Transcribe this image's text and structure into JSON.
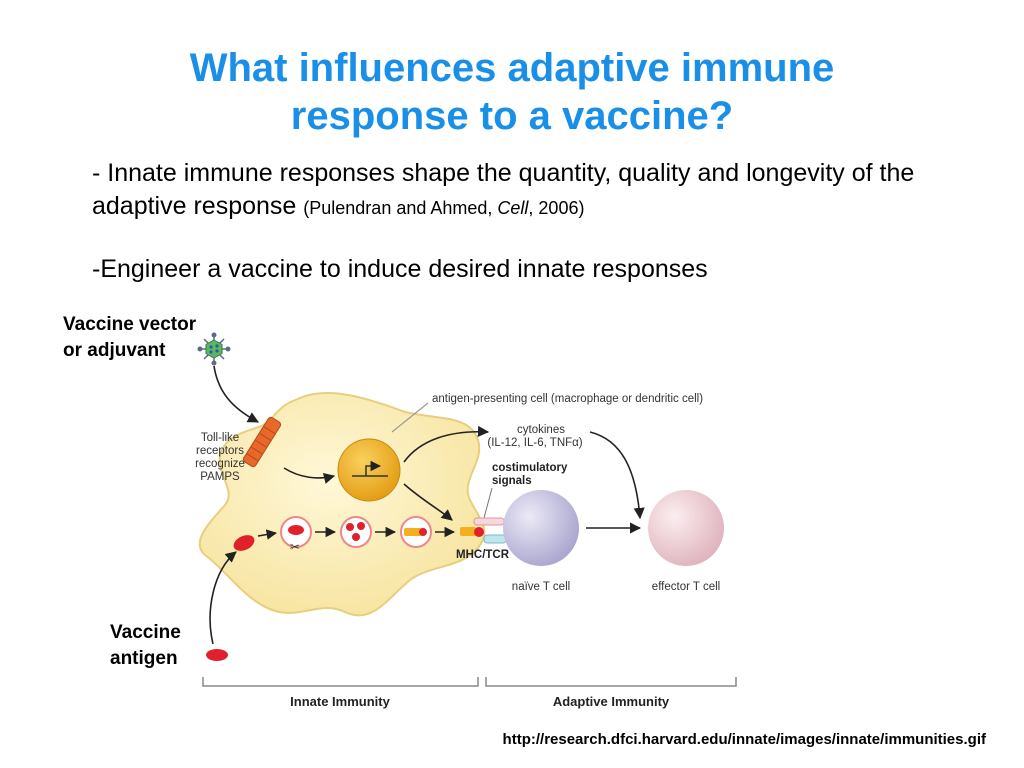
{
  "title": {
    "line1": "What influences adaptive immune",
    "line2": "response to a vaccine?"
  },
  "bullets": {
    "b1_main": "- Innate immune responses shape the quantity, quality and longevity of the adaptive response",
    "b1_ref_pre": "(Pulendran and Ahmed, ",
    "b1_ref_journal": "Cell",
    "b1_ref_post": ", 2006)",
    "b2": "-Engineer a vaccine to induce desired innate responses"
  },
  "labels": {
    "vector_line1": "Vaccine vector",
    "vector_line2": "or adjuvant",
    "antigen_line1": "Vaccine",
    "antigen_line2": "antigen"
  },
  "diagram": {
    "apc_label": "antigen-presenting cell (macrophage or dendritic cell)",
    "tlr_line1": "Toll-like",
    "tlr_line2": "receptors",
    "tlr_line3": "recognize",
    "tlr_line4": "PAMPS",
    "cytokines_line1": "cytokines",
    "cytokines_line2": "(IL-12, IL-6, TNFα)",
    "costim_line1": "costimulatory",
    "costim_line2": "signals",
    "mhc_tcr": "MHC/TCR",
    "naive_t_cell": "naïve T cell",
    "effector_t_cell": "effector T cell",
    "innate_immunity": "Innate Immunity",
    "adaptive_immunity": "Adaptive Immunity"
  },
  "source_url": "http://research.dfci.harvard.edu/innate/images/innate/immunities.gif",
  "colors": {
    "title": "#1a8fe8",
    "apc_fill": "#fbeeb2",
    "nucleus": "#f2b020",
    "antigen": "#e0202a",
    "tlr": "#e8682a",
    "naive_t_cell": "#c9c6e2",
    "effector_t_cell": "#f2d2d8"
  }
}
